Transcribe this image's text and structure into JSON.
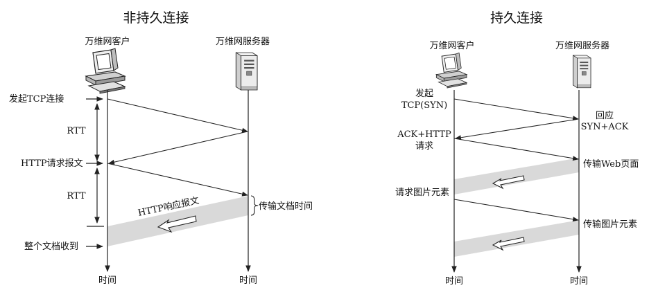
{
  "left": {
    "title": "非持久连接",
    "client_label": "万维网客户",
    "server_label": "万维网服务器",
    "time_left": "时间",
    "time_right": "时间",
    "step_tcp": "发起TCP连接",
    "rtt_1": "RTT",
    "step_http_request": "HTTP请求报文",
    "rtt_2": "RTT",
    "response_label": "HTTP响应报文",
    "transfer_label": "传输文档时间",
    "step_received": "整个文档收到"
  },
  "right": {
    "title": "持久连接",
    "client_label": "万维网客户",
    "server_label": "万维网服务器",
    "time_left": "时间",
    "time_right": "时间",
    "syn_line1": "发起",
    "syn_line2": "TCP(SYN)",
    "synack_line1": "回应",
    "synack_line2": "SYN+ACK",
    "ack_line1": "ACK+HTTP",
    "ack_line2": "请求",
    "transfer_web": "传输Web页面",
    "request_image": "请求图片元素",
    "transfer_image": "传输图片元素"
  },
  "colors": {
    "band": "#d9d9d9",
    "ink": "#222222"
  },
  "icons": [
    "computer-icon",
    "server-icon"
  ]
}
